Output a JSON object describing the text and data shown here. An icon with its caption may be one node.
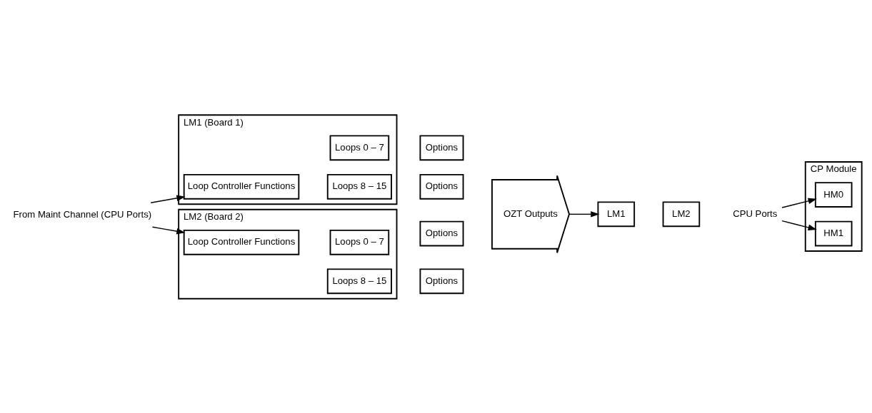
{
  "diagram": {
    "nodes": [
      {
        "text": [
          "From Maint Channel (CPU Ports)"
        ]
      },
      {
        "text": [
          "LM1 (Board 1)"
        ]
      },
      {
        "text": [
          "Loop Controller Functions"
        ],
        "in": 1
      },
      {
        "text": [
          "Loops 0 – 7"
        ],
        "in": 1
      },
      {
        "text": [
          "Loops 8 – 15"
        ],
        "in": 1
      },
      {
        "text": [
          "Options"
        ]
      },
      {
        "text": [
          "Options"
        ]
      },
      {
        "text": [
          "LM2 (Board 2)"
        ]
      },
      {
        "text": [
          "Loop Controller Functions"
        ],
        "in": 7
      },
      {
        "text": [
          "Loops 0 – 7"
        ],
        "in": 7
      },
      {
        "text": [
          "Loops 8 – 15"
        ],
        "in": 7
      },
      {
        "text": [
          "Options"
        ]
      },
      {
        "text": [
          "Options"
        ]
      },
      {
        "text": [
          "OZT Outputs"
        ]
      },
      {
        "text": [
          "LM1"
        ]
      },
      {
        "text": [
          "LM2"
        ]
      },
      {
        "text": [
          "CPU Ports"
        ]
      },
      {
        "text": [
          "CP Module"
        ]
      },
      {
        "text": [
          "HM0"
        ],
        "in": 17
      },
      {
        "text": [
          "HM1"
        ],
        "in": 17
      }
    ],
    "edges": [
      {
        "from": 0,
        "to": 2,
        "arrow": "to"
      },
      {
        "from": 0,
        "to": 8,
        "arrow": "to"
      },
      {
        "from": 13,
        "to": 14,
        "arrow": "to"
      },
      {
        "from": 16,
        "to": 18,
        "arrow": "to"
      },
      {
        "from": 16,
        "to": 19,
        "arrow": "to"
      }
    ]
  }
}
